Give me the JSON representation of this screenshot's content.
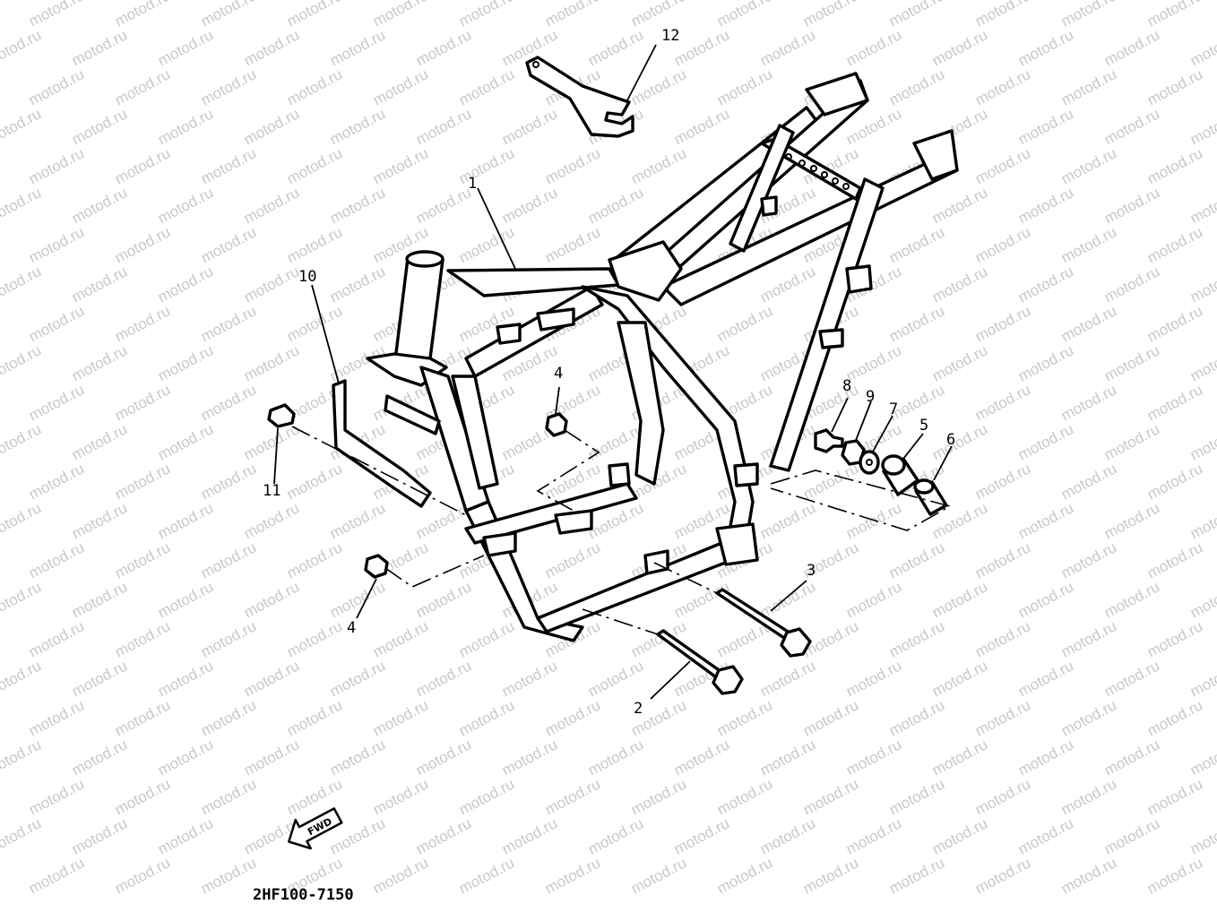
{
  "watermark": {
    "text": "motod.ru",
    "color": "#c8c8c8"
  },
  "callouts": {
    "c1": "1",
    "c2": "2",
    "c3": "3",
    "c4a": "4",
    "c4b": "4",
    "c5": "5",
    "c6": "6",
    "c7": "7",
    "c8": "8",
    "c9": "9",
    "c10": "10",
    "c11": "11",
    "c12": "12"
  },
  "direction_arrow": {
    "label": "FWD"
  },
  "diagram_code": "2HF100-7150"
}
